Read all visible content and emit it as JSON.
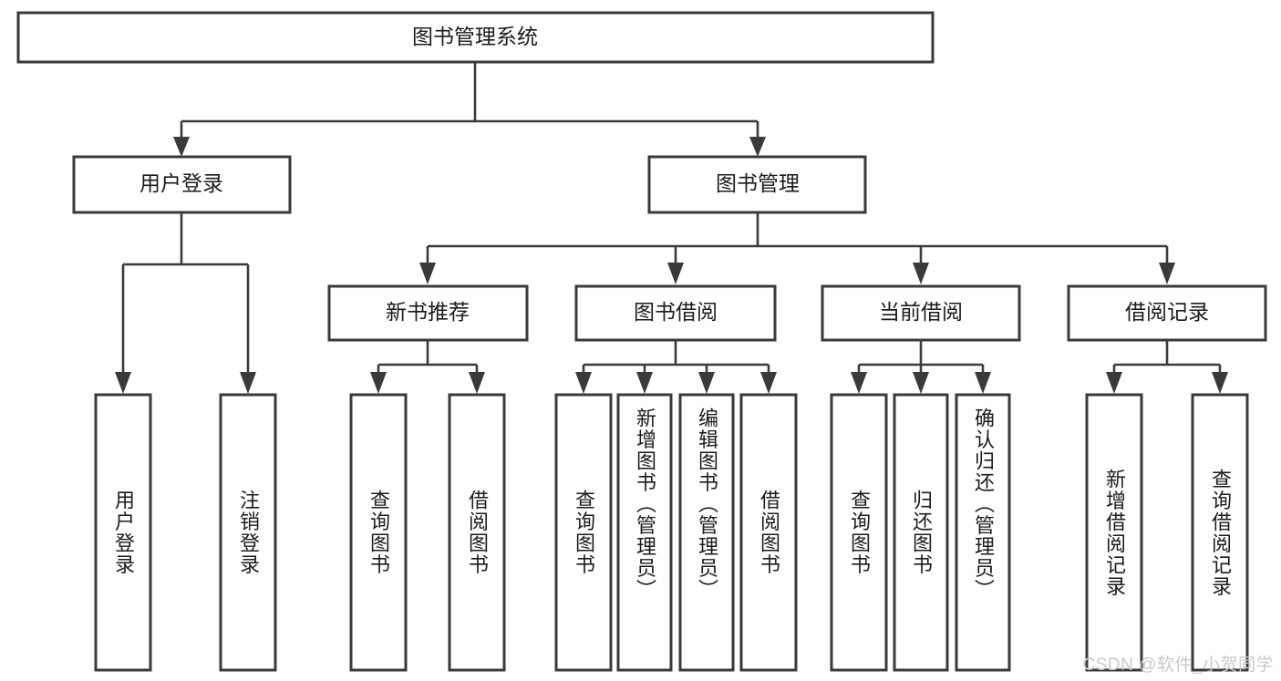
{
  "diagram": {
    "title": "图书管理系统",
    "type": "tree-hierarchy",
    "orientation": "top-down",
    "root": {
      "label": "图书管理系统",
      "children": [
        {
          "label": "用户登录",
          "children": [
            {
              "label": "用户登录"
            },
            {
              "label": "注销登录"
            }
          ]
        },
        {
          "label": "图书管理",
          "children": [
            {
              "label": "新书推荐",
              "children": [
                {
                  "label": "查询图书"
                },
                {
                  "label": "借阅图书"
                }
              ]
            },
            {
              "label": "图书借阅",
              "children": [
                {
                  "label": "查询图书"
                },
                {
                  "label": "新增图书（管理员）"
                },
                {
                  "label": "编辑图书（管理员）"
                },
                {
                  "label": "借阅图书"
                }
              ]
            },
            {
              "label": "当前借阅",
              "children": [
                {
                  "label": "查询图书"
                },
                {
                  "label": "归还图书"
                },
                {
                  "label": "确认归还（管理员）"
                }
              ]
            },
            {
              "label": "借阅记录",
              "children": [
                {
                  "label": "新增借阅记录"
                },
                {
                  "label": "查询借阅记录"
                }
              ]
            }
          ]
        }
      ]
    }
  },
  "nodes": {
    "root": "图书管理系统",
    "user_login": "用户登录",
    "book_manage": "图书管理",
    "new_book_rec": "新书推荐",
    "book_borrow": "图书借阅",
    "current_borrow": "当前借阅",
    "borrow_record": "借阅记录",
    "leaf_user_login": "用户登录",
    "leaf_logout": "注销登录",
    "leaf_rec_query": "查询图书",
    "leaf_rec_borrow": "借阅图书",
    "leaf_borrow_query": "查询图书",
    "leaf_borrow_add": "新增图书（管理员）",
    "leaf_borrow_edit": "编辑图书（管理员）",
    "leaf_borrow_do": "借阅图书",
    "leaf_cur_query": "查询图书",
    "leaf_cur_return": "归还图书",
    "leaf_cur_confirm": "确认归还（管理员）",
    "leaf_rec_add": "新增借阅记录",
    "leaf_rec_query2": "查询借阅记录"
  },
  "watermark": {
    "text": "CSDN @软件_小贺同学"
  },
  "colors": {
    "stroke": "#3a3a3a",
    "text": "#1b1b1b",
    "background": "#ffffff",
    "watermark": "#c9c9c9"
  }
}
